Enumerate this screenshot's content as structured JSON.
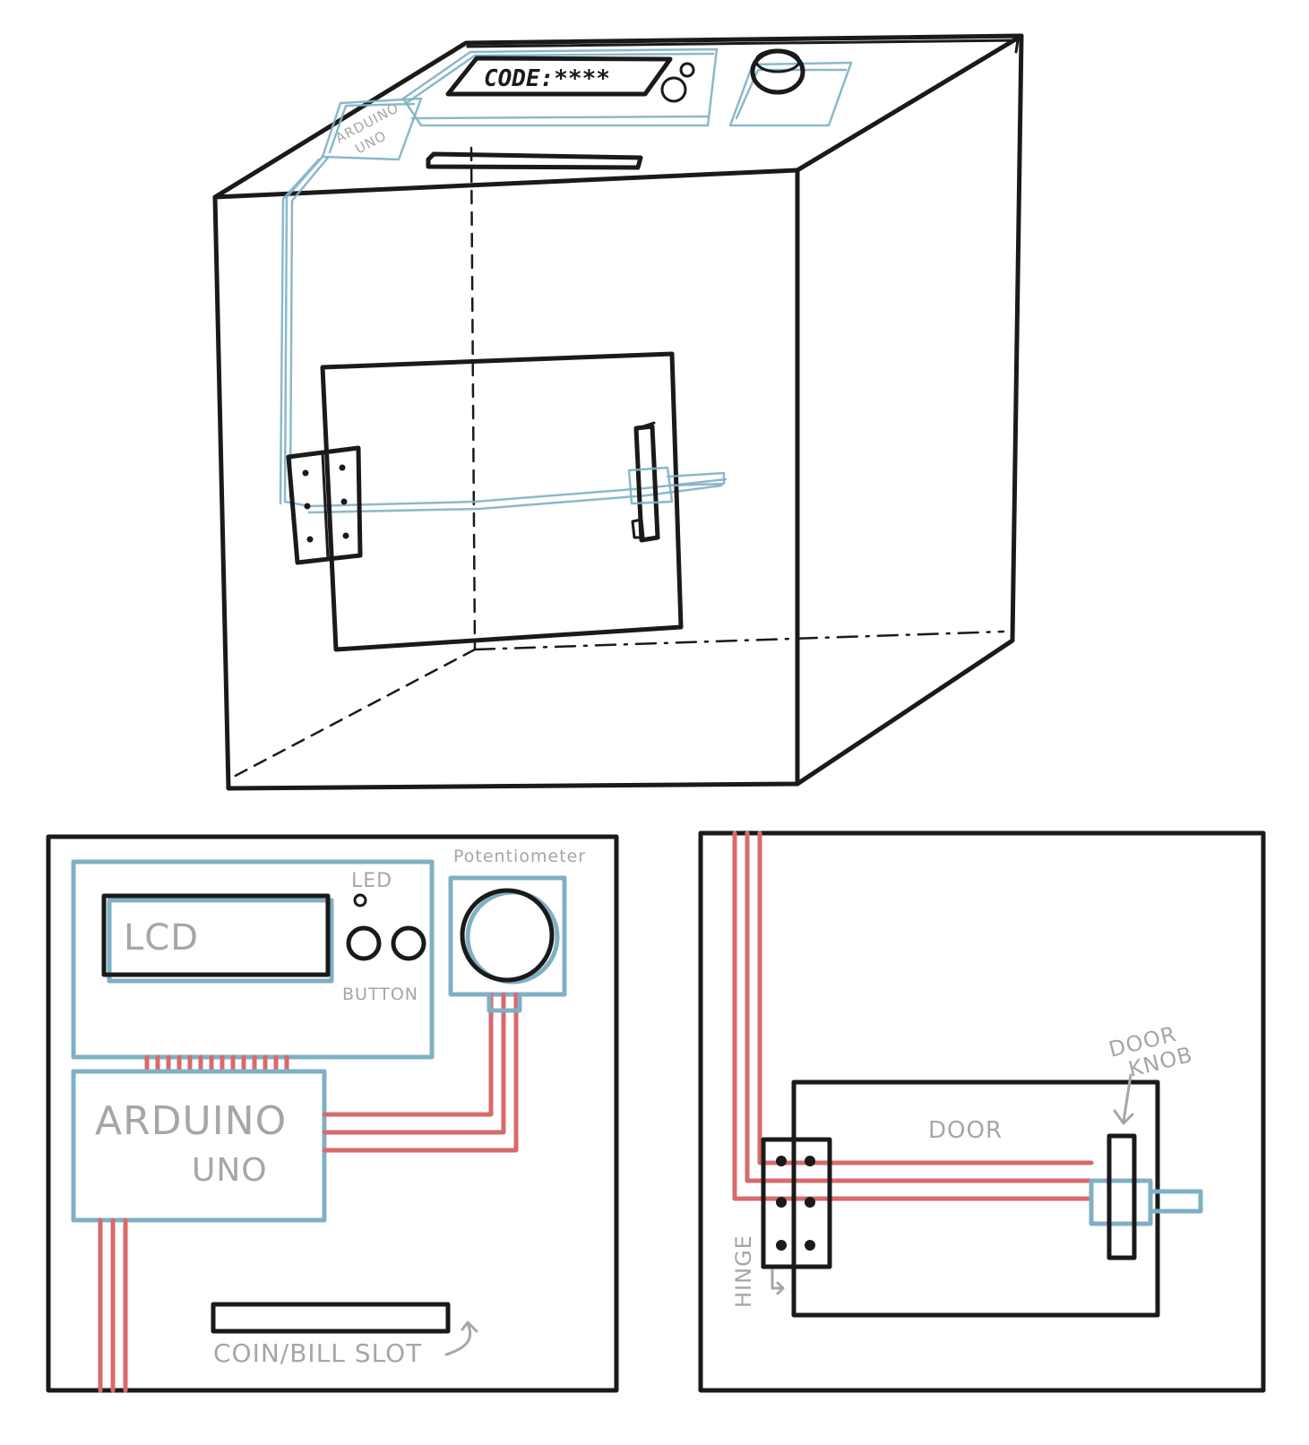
{
  "colors": {
    "ink": "#1a1a1a",
    "wire_blue": "#7fb0c4",
    "wire_red": "#d96a6a",
    "label_gray": "#a6a6a6"
  },
  "sketch": {
    "lcd_readout": "CODE:****",
    "board_label_line1": "ARDUINO",
    "board_label_line2": "UNO"
  },
  "top_view": {
    "lcd": "LCD",
    "led": "LED",
    "button": "BUTTON",
    "potentiometer": "Potentiometer",
    "arduino_line1": "ARDUINO",
    "arduino_line2": "UNO",
    "slot": "COIN/BILL SLOT"
  },
  "front_view": {
    "door": "DOOR",
    "door_knob_line1": "DOOR",
    "door_knob_line2": "KNOB",
    "hinge": "HINGE"
  }
}
